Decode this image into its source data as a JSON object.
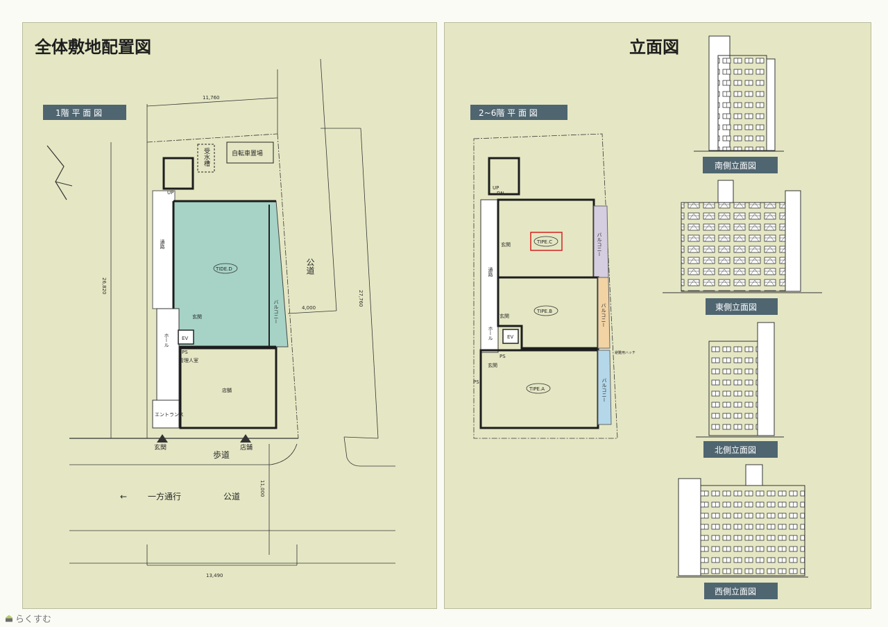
{
  "left_page": {
    "title": "全体敷地配置図",
    "floor_label": "1階 平 面 図",
    "dims": {
      "top": "11,760",
      "left": "26,820",
      "right": "27,760",
      "gap": "4,000",
      "road": "11,000",
      "bottom": "13,490"
    },
    "rooms": {
      "water_tank": "受水槽",
      "bicycle": "自転車置場",
      "up": "UP",
      "passage": "通路",
      "unit": "TIDE.D",
      "entry": "玄関",
      "balcony": "バルコニー",
      "hall": "ホール",
      "ev": "EV",
      "ps": "PS",
      "manager": "管理人室",
      "shop": "店舗",
      "entrance": "エントランス"
    },
    "markers": {
      "entrance": "玄関",
      "shop": "店舗"
    },
    "streets": {
      "side_road": "公道",
      "sidewalk": "歩道",
      "one_way_arrow": "←",
      "one_way": "一方通行",
      "main_road": "公道"
    }
  },
  "right_page": {
    "title": "立面図",
    "floor_label": "2~6階 平 面 図",
    "rooms": {
      "up": "UP",
      "dn": "DN",
      "entry_c": "玄関",
      "unit_c": "TIPE.C",
      "balcony_c": "バルコニー",
      "passage": "通路",
      "entry_b": "玄関",
      "unit_b": "TIPE.B",
      "balcony_b": "バルコニー",
      "hall": "ホール",
      "ev": "EV",
      "ps": "PS",
      "entry_a": "玄関",
      "ps_a": "PS",
      "unit_a": "TIPE.A",
      "balcony_a": "バルコニー",
      "hatch": "避難用ハッチ"
    },
    "elevations": [
      "南側立面図",
      "東側立面図",
      "北側立面図",
      "西側立面図"
    ]
  },
  "colors": {
    "unit_d": "#a6d3c6",
    "shop": "#f3d7c4",
    "unit_c": "#d5cde0",
    "unit_b": "#f2d3a4",
    "unit_a": "#b4d8ea",
    "highlight": "#d42020"
  },
  "footer": {
    "brand": "らくすむ"
  }
}
